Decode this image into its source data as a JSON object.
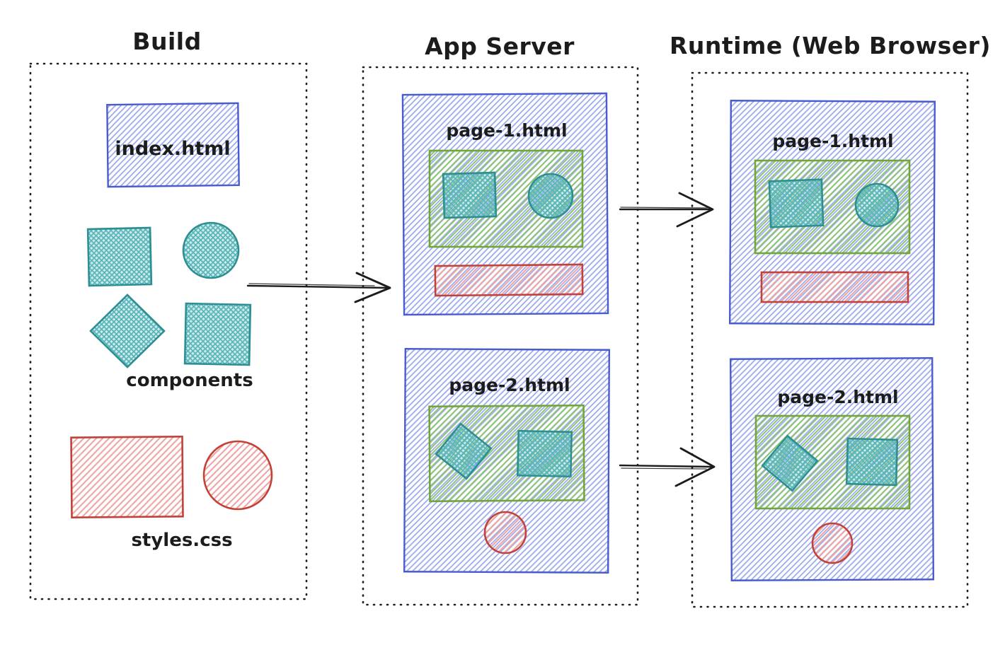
{
  "build": {
    "title": "Build",
    "index_file": "index.html",
    "components_label": "components",
    "styles_label": "styles.css"
  },
  "app_server": {
    "title": "App Server",
    "pages": [
      {
        "label": "page-1.html"
      },
      {
        "label": "page-2.html"
      }
    ]
  },
  "runtime": {
    "title": "Runtime (Web Browser)",
    "pages": [
      {
        "label": "page-1.html"
      },
      {
        "label": "page-2.html"
      }
    ]
  },
  "colors": {
    "blue_stroke": "#4a5bd0",
    "blue_hatch": "#9aa8ef",
    "teal_stroke": "#2e8f93",
    "teal_hatch": "#57b6ba",
    "green_stroke": "#72a63a",
    "green_hatch": "#8cc56d",
    "red_stroke": "#c2423a",
    "red_hatch": "#eda6a1",
    "ink": "#1c1c1c"
  }
}
